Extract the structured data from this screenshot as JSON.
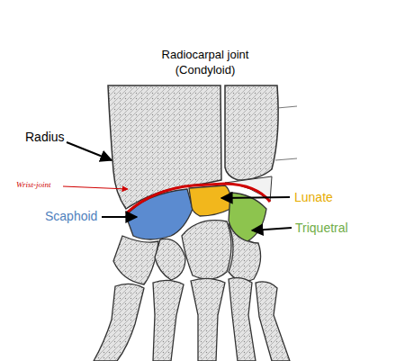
{
  "diagram": {
    "title": "Radiocarpal joint (Condyloid)",
    "labels": [
      "Radius",
      "Wrist-joint",
      "Lunate",
      "Scaphoid",
      "Triquetral"
    ]
  }
}
